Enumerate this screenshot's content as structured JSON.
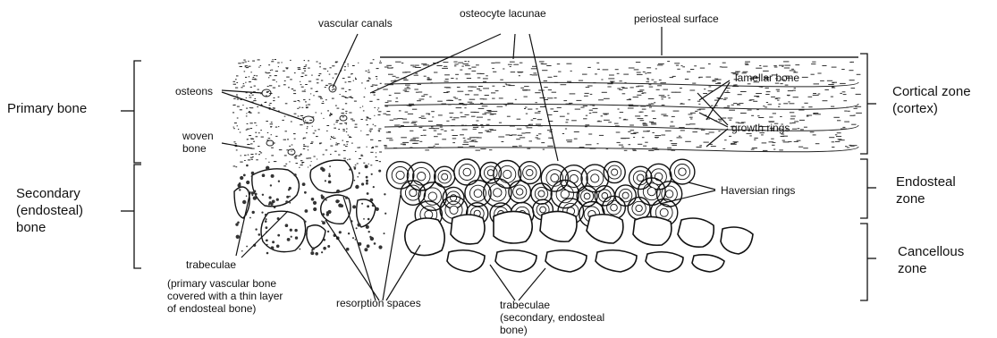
{
  "labels": {
    "vascular_canals": "vascular canals",
    "osteocyte_lacunae": "osteocyte lacunae",
    "periosteal_surface": "periosteal surface",
    "osteons": "osteons",
    "woven_bone": "woven bone",
    "lamellar_bone": "lamellar bone",
    "growth_rings": "growth rings",
    "haversian_rings": "Haversian rings",
    "trabeculae_primary_title": "trabeculae",
    "trabeculae_primary_note": "(primary vascular bone covered with a thin layer of endosteal bone)",
    "resorption_spaces": "resorption spaces",
    "trabeculae_secondary_title": "trabeculae",
    "trabeculae_secondary_note": "(secondary, endosteal bone)"
  },
  "left_zones": {
    "primary_bone": "Primary bone",
    "secondary_bone_line1": "Secondary",
    "secondary_bone_line2": "(endosteal)",
    "secondary_bone_line3": "bone"
  },
  "right_zones": {
    "cortical_line1": "Cortical zone",
    "cortical_line2": "(cortex)",
    "endosteal_line1": "Endosteal",
    "endosteal_line2": "zone",
    "cancellous_line1": "Cancellous",
    "cancellous_line2": "zone"
  }
}
